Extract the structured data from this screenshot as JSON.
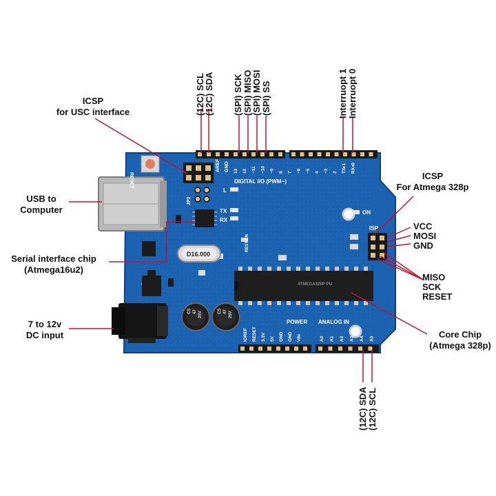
{
  "labels": {
    "icsp_usb": [
      "ICSP",
      "for USC interface"
    ],
    "usb_computer": [
      "USB to",
      "Computer"
    ],
    "serial_chip": [
      "Serial interface chip",
      "(Atmega16u2)"
    ],
    "dc_input": [
      "7 to 12v",
      "DC input"
    ],
    "icsp_atmega": [
      "ICSP",
      "For Atmega 328p"
    ],
    "vcc": "VCC",
    "mosi": "MOSI",
    "gnd": "GND",
    "miso": "MISO",
    "sck": "SCK",
    "reset": "RESET",
    "core_chip": [
      "Core Chip",
      "(Atmega 328p)"
    ],
    "top_scl": "(12C) SCL",
    "top_sda": "(12C) SDA",
    "spi_sck": "(SPI) SCK",
    "spi_miso": "(SPI) MISO",
    "spi_mosi": "(SPI) MOSI",
    "spi_ss": "(SPI) SS",
    "int1": "Interruopt 1",
    "int0": "Interruopt 0",
    "bottom_sda": "(12C) SDA",
    "bottom_scl": "(12C) SCL"
  },
  "board": {
    "reset": "RESET",
    "aref": "AREF",
    "gnd": "GND",
    "digital": "DIGITAL I/O (PWM~)",
    "tx_rx_label": "TX▸1 RX◂0",
    "led_l": "L",
    "led_tx": "TX",
    "led_rx": "RX",
    "on": "ON",
    "isp": "ISP",
    "jp2": "JP2",
    "rest_en": "REST-EN",
    "crystal": "D16.000",
    "chip_text": "ATMEGA328P-PU",
    "cap_1": [
      "CS",
      "47",
      "25V"
    ],
    "cap_2": [
      "CS",
      "47",
      "25V"
    ],
    "power": "POWER",
    "analog_in": "ANALOG IN",
    "power_pins": [
      "IOREF",
      "RESET",
      "3.3V",
      "5V",
      "GND",
      "GND",
      "VIN"
    ],
    "analog_pins": [
      "A0",
      "A1",
      "A2",
      "A3",
      "A4",
      "A5"
    ],
    "digital_pins": [
      "13",
      "12",
      "~11",
      "~10",
      "~9",
      "8",
      "7",
      "~6",
      "~5",
      "4",
      "~3",
      "2",
      "TX▸1",
      "RX◂0"
    ]
  },
  "colors": {
    "board": "#1b62b0",
    "board_dark": "#0f3f86",
    "pointer": "#c8102e",
    "header": "#1a1a1a",
    "silkscreen": "#ffffff"
  }
}
